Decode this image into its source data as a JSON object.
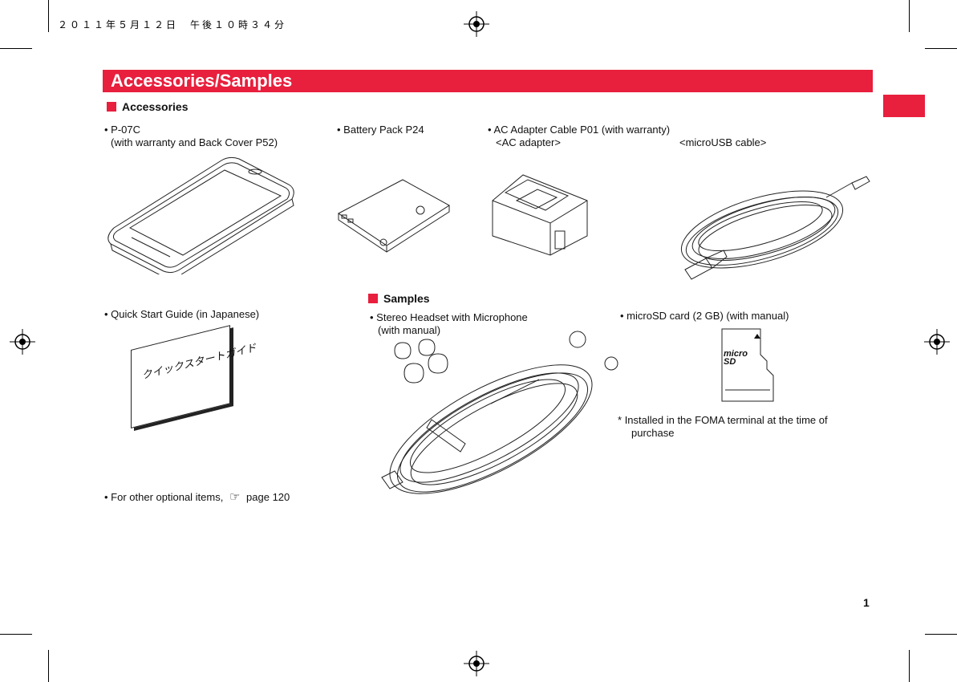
{
  "print_stamp": "２０１１年５月１２日　午後１０時３４分",
  "title": "Accessories/Samples",
  "accessories": {
    "heading": "Accessories",
    "p07c_line1": "• P-07C",
    "p07c_line2": "(with warranty and Back Cover P52)",
    "battery": "• Battery Pack P24",
    "ac_adapter_line": "• AC Adapter Cable P01 (with warranty)",
    "ac_adapter_label": "<AC adapter>",
    "usb_label": "<microUSB cable>",
    "quick_start": "• Quick Start Guide (in Japanese)",
    "guide_cover_text": "クイックスタートガイド",
    "other_items": "• For other optional items,",
    "other_items_icon": "pointing-hand-icon",
    "other_items_page": "page 120"
  },
  "samples": {
    "heading": "Samples",
    "headset_line1": "• Stereo Headset with Microphone",
    "headset_line2": "(with manual)",
    "microsd": "• microSD card (2 GB) (with manual)",
    "microsd_logo": "micro SD",
    "note_mark": "*",
    "note_line1": "Installed in the FOMA terminal at the time of",
    "note_line2": "purchase"
  },
  "page_number": "1",
  "colors": {
    "accent": "#e81f3d"
  }
}
